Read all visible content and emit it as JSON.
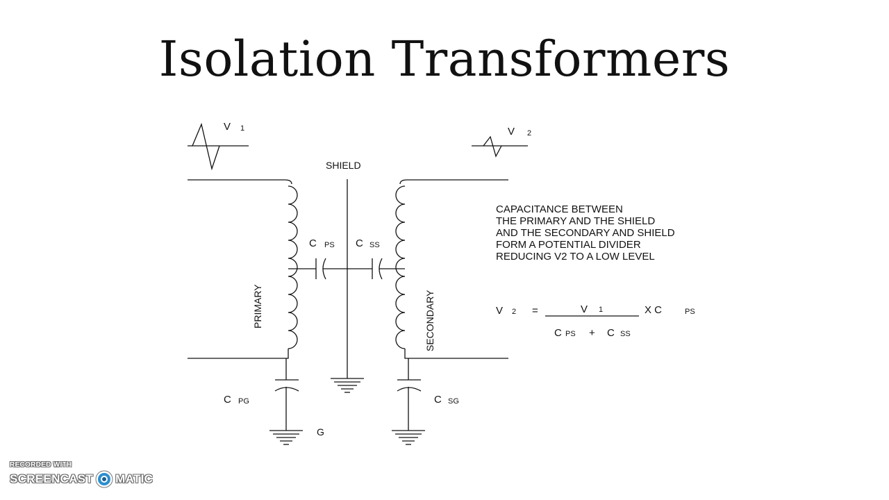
{
  "title": "Isolation Transformers",
  "diagram": {
    "v1": "V",
    "v1_sub": "1",
    "v2": "V",
    "v2_sub": "2",
    "shield": "SHIELD",
    "cps": "C",
    "cps_sub": "PS",
    "css": "C",
    "css_sub": "SS",
    "primary": "PRIMARY",
    "secondary": "SECONDARY",
    "cpg": "C",
    "cpg_sub": "PG",
    "csg": "C",
    "csg_sub": "SG",
    "ground": "G"
  },
  "note_lines": [
    "CAPACITANCE BETWEEN",
    "THE PRIMARY AND THE SHIELD",
    "AND THE SECONDARY AND SHIELD",
    "FORM A POTENTIAL DIVIDER",
    "REDUCING V2 TO A LOW LEVEL"
  ],
  "formula": {
    "lhs": "V",
    "lhs_sub": "2",
    "equals": "=",
    "numerator": "V",
    "numerator_sub": "1",
    "times": "X C",
    "times_sub": "PS",
    "den_c1": "C",
    "den_c1_sub": "PS",
    "plus": "+",
    "den_c2": "C",
    "den_c2_sub": "SS"
  },
  "watermark": {
    "line1": "RECORDED WITH",
    "left": "SCREENCAST",
    "right": "MATIC"
  }
}
